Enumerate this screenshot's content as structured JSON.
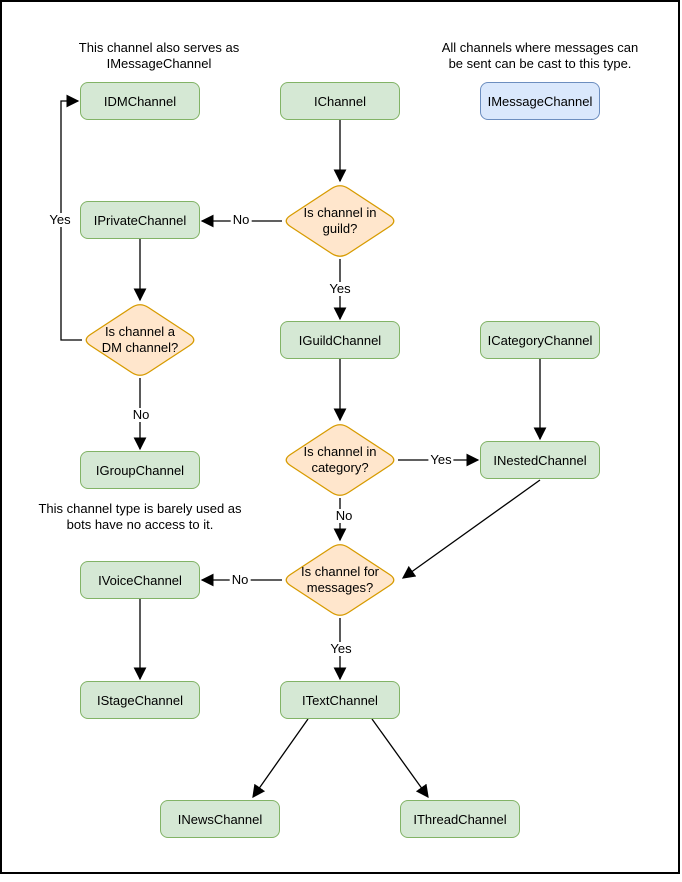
{
  "palette": {
    "canvas_bg": "#ffffff",
    "frame_border": "#000000",
    "class_fill": "#d5e8d4",
    "class_stroke": "#82b366",
    "decision_fill": "#ffe6cc",
    "decision_stroke": "#d79b00",
    "message_fill": "#dae8fc",
    "message_stroke": "#6c8ebf",
    "edge_color": "#000000",
    "text_color": "#000000"
  },
  "annotations": {
    "dm_note": "This channel also serves as\nIMessageChannel",
    "message_note": "All channels where messages can\nbe sent can be cast to this type.",
    "group_note": "This channel type is barely used as\nbots have no access to it."
  },
  "nodes": {
    "idm": "IDMChannel",
    "ichannel": "IChannel",
    "imessage": "IMessageChannel",
    "iprivate": "IPrivateChannel",
    "iguild": "IGuildChannel",
    "icategory": "ICategoryChannel",
    "igroup": "IGroupChannel",
    "inested": "INestedChannel",
    "ivoice": "IVoiceChannel",
    "istage": "IStageChannel",
    "itext": "ITextChannel",
    "inews": "INewsChannel",
    "ithread": "IThreadChannel"
  },
  "decisions": {
    "guild": "Is channel in\nguild?",
    "dm": "Is channel a\nDM channel?",
    "category": "Is channel in\ncategory?",
    "messages": "Is channel for\nmessages?"
  },
  "edge_labels": {
    "guild_no": "No",
    "guild_yes": "Yes",
    "dm_yes": "Yes",
    "dm_no": "No",
    "category_yes": "Yes",
    "category_no": "No",
    "messages_no": "No",
    "messages_yes": "Yes"
  }
}
